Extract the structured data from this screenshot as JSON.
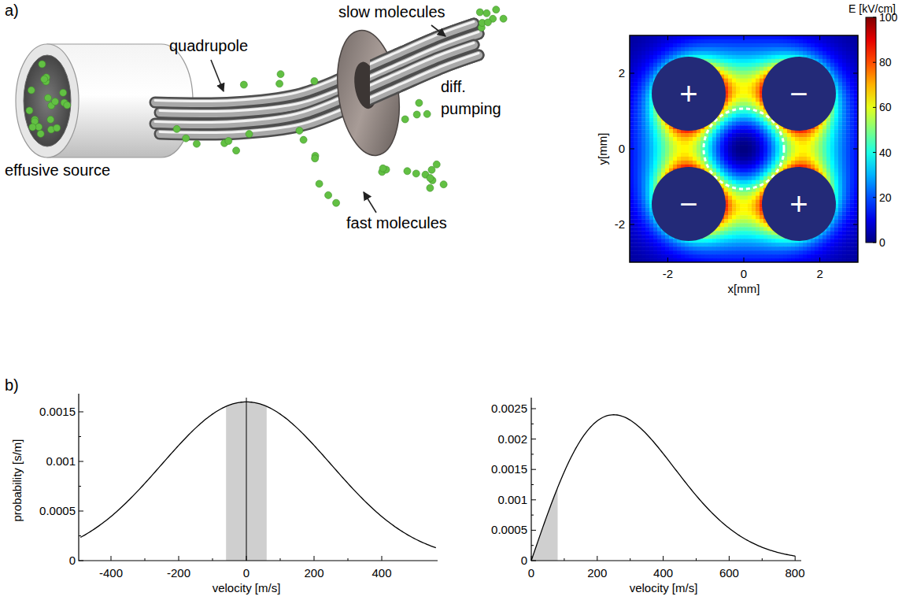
{
  "diagram": {
    "nodes": [
      {
        "text": [
          "+"
        ]
      },
      {
        "text": [
          "−"
        ]
      },
      {
        "text": [
          "−"
        ]
      },
      {
        "text": [
          "+"
        ]
      }
    ],
    "labels": [
      "a)",
      "slow molecules",
      "quadrupole",
      "diff. pumping",
      "effusive source",
      "fast molecules",
      "E [kV/cm]",
      "100",
      "80",
      "60",
      "40",
      "20",
      "0",
      "2",
      "0",
      "-2",
      "y[mm]",
      "-2",
      "0",
      "2",
      "x[mm]",
      "b)",
      "probability [s/m]",
      "0.0015",
      "0.001",
      "0.0005",
      "0",
      "-400",
      "-200",
      "0",
      "200",
      "400",
      "velocity [m/s]",
      "0.0025",
      "0.002",
      "0.0015",
      "0.001",
      "0.0005",
      "0",
      "0",
      "200",
      "400",
      "600",
      "800",
      "velocity [m/s]"
    ]
  }
}
